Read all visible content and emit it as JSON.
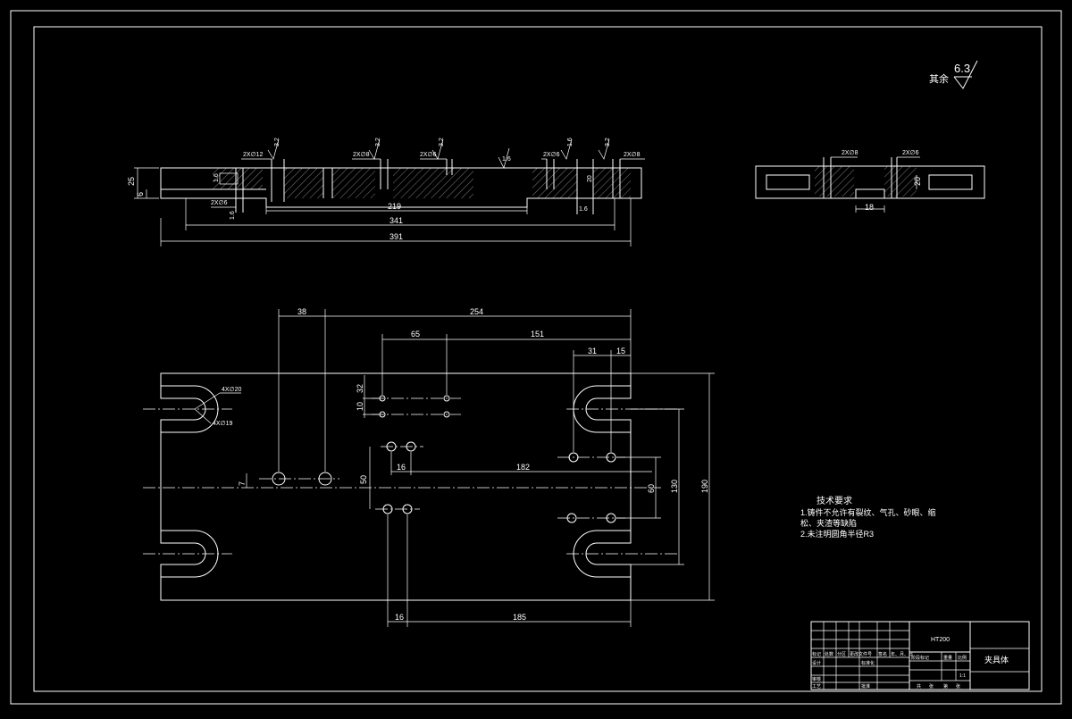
{
  "roughness": {
    "label": "其余",
    "value": "6.3"
  },
  "section_view": {
    "roughness_marks": [
      "3.2",
      "3.2",
      "3.2",
      "1.6",
      "1.6",
      "3.2"
    ],
    "callouts": [
      "2X∅12",
      "2X∅8",
      "2X∅6",
      "2X∅6",
      "2X∅6",
      "2X∅8"
    ],
    "dims": {
      "thickness": "25",
      "step": "6",
      "width_inner": "219",
      "width_mid": "341",
      "width_total": "391",
      "slot_depth": "20",
      "side_a": "1.6",
      "side_b": "1.6",
      "side_c": "1.6"
    }
  },
  "end_view": {
    "callouts": [
      "2X∅8",
      "2X∅6"
    ],
    "dims": {
      "height": "20",
      "width": "18"
    }
  },
  "plan_view": {
    "dims": {
      "top_a": "38",
      "top_b": "254",
      "row2_a": "65",
      "row2_b": "151",
      "row3_a": "31",
      "row3_b": "15",
      "left_v1": "32",
      "left_v2": "10",
      "mid_h1": "16",
      "mid_h2": "182",
      "mid_v": "50",
      "small_v": "7",
      "right_v1": "60",
      "right_v2": "130",
      "right_v3": "190",
      "bottom_a": "16",
      "bottom_b": "185"
    },
    "callouts": [
      "4X∅20",
      "4X∅19"
    ]
  },
  "tech_requirements": {
    "title": "技术要求",
    "lines": [
      "1.铸件不允许有裂纹、气孔、砂眼、缩",
      "松、夹渣等缺陷",
      "2.未注明圆角半径R3"
    ]
  },
  "title_block": {
    "material": "HT200",
    "part_name": "夹具体",
    "rows": [
      [
        "标记",
        "处数",
        "分区",
        "更改文件号",
        "签名",
        "年、月、日"
      ],
      [
        "设计",
        "",
        "标准化",
        "",
        "",
        ""
      ],
      [
        "审核",
        "",
        "",
        "",
        "",
        ""
      ],
      [
        "工艺",
        "",
        "批准",
        "",
        "",
        ""
      ]
    ],
    "stage_headers": [
      "阶段标记",
      "重量",
      "比例"
    ],
    "scale": "1:1",
    "sheet_row": [
      "共",
      "张",
      "第",
      "张"
    ]
  }
}
